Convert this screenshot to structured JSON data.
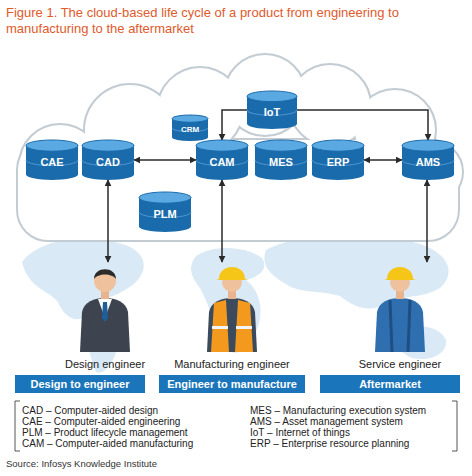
{
  "diagram": {
    "title": "Figure 1. The cloud-based life cycle of a product from engineering to manufacturing to the aftermarket",
    "caption": "Source: Infosys Knowledge Institute",
    "nodes": [
      {
        "text": [
          "IoT"
        ]
      },
      {
        "text": [
          "CRM"
        ]
      },
      {
        "text": [
          "CAE"
        ]
      },
      {
        "text": [
          "CAD"
        ]
      },
      {
        "text": [
          "CAM"
        ]
      },
      {
        "text": [
          "MES"
        ]
      },
      {
        "text": [
          "ERP"
        ]
      },
      {
        "text": [
          "AMS"
        ]
      },
      {
        "text": [
          "PLM"
        ]
      },
      {
        "text": [
          "Design engineer"
        ]
      },
      {
        "text": [
          "Manufacturing engineer"
        ]
      },
      {
        "text": [
          "Service engineer"
        ]
      },
      {
        "text": [
          "Design to engineer"
        ]
      },
      {
        "text": [
          "Engineer to manufacture"
        ]
      },
      {
        "text": [
          "Aftermarket"
        ]
      }
    ],
    "edges": [
      {
        "from": 0,
        "to": 4,
        "arrow": "to"
      },
      {
        "from": 0,
        "to": 7,
        "arrow": "to"
      },
      {
        "from": 3,
        "to": 4,
        "arrow": "both"
      },
      {
        "from": 6,
        "to": 7,
        "arrow": "both"
      },
      {
        "from": 3,
        "to": 9,
        "arrow": "both"
      },
      {
        "from": 4,
        "to": 10,
        "arrow": "both"
      },
      {
        "from": 7,
        "to": 11,
        "arrow": "both"
      }
    ],
    "labels": [
      "CAD – Computer-aided design",
      "CAE – Computer-aided engineering",
      "PLM – Product lifecycle management",
      "CAM – Computer-aided manufacturing",
      "MES – Manufacturing execution system",
      "AMS – Asset management system",
      "IoT – Internet of things",
      "ERP – Enterprise resource planning"
    ]
  }
}
